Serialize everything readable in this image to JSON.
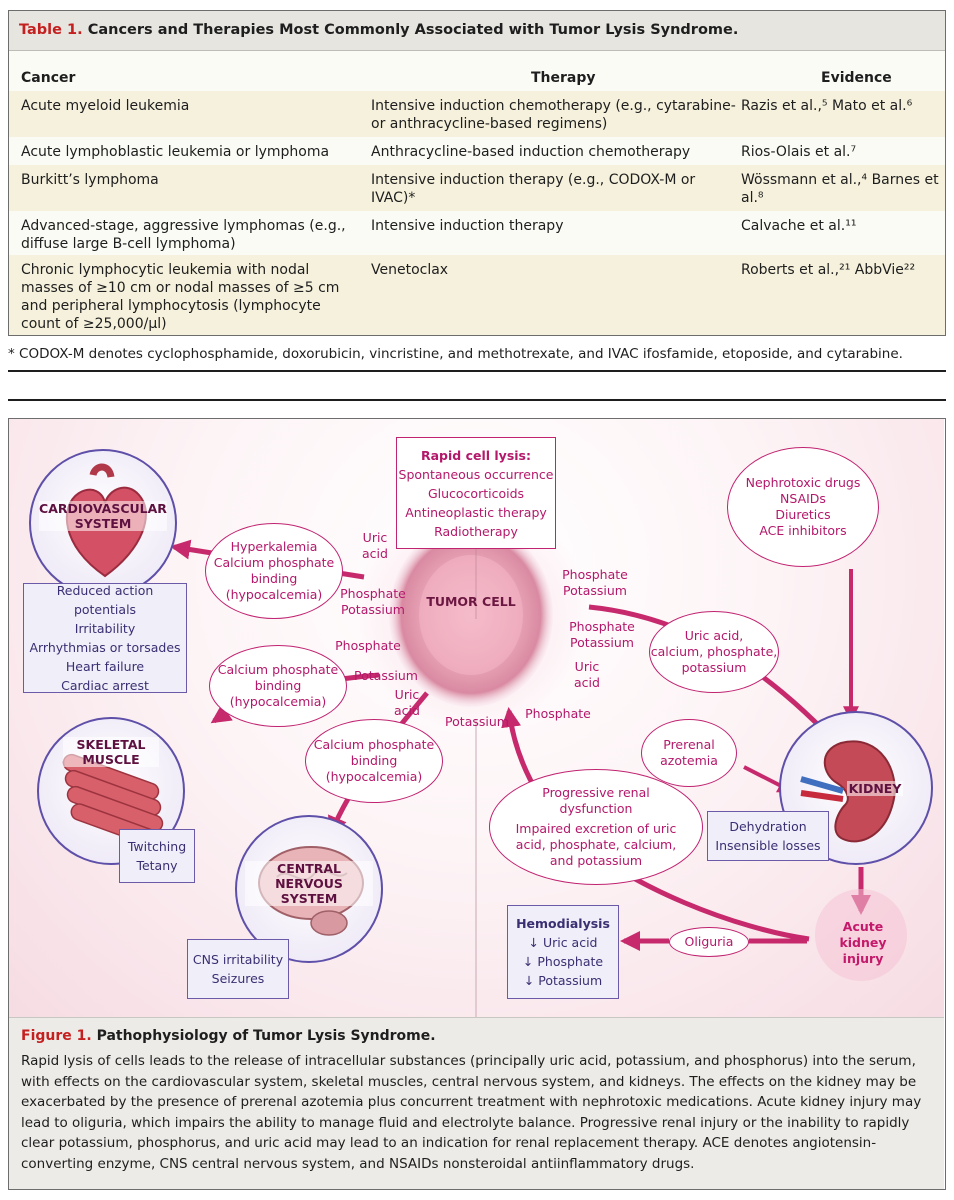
{
  "table": {
    "number": "Table 1.",
    "title": "Cancers and Therapies Most Commonly Associated with Tumor Lysis Syndrome.",
    "headers": {
      "cancer": "Cancer",
      "therapy": "Therapy",
      "evidence": "Evidence"
    },
    "rows": [
      {
        "cancer": "Acute myeloid leukemia",
        "therapy": "Intensive induction chemotherapy (e.g., cytarabine- or anthracycline-based regimens)",
        "evidence": "Razis et al.,⁵ Mato et al.⁶"
      },
      {
        "cancer": "Acute lymphoblastic leukemia or lymphoma",
        "therapy": "Anthracycline-based induction chemotherapy",
        "evidence": "Rios-Olais et al.⁷"
      },
      {
        "cancer": "Burkitt’s lymphoma",
        "therapy": "Intensive induction therapy (e.g., CODOX-M or IVAC)*",
        "evidence": "Wössmann et al.,⁴ Barnes et al.⁸"
      },
      {
        "cancer": "Advanced-stage, aggressive lymphomas (e.g., diffuse large B-cell lymphoma)",
        "therapy": "Intensive induction therapy",
        "evidence": "Calvache et al.¹¹"
      },
      {
        "cancer": "Chronic lymphocytic leukemia with nodal masses of ≥10 cm or nodal masses of ≥5 cm and peripheral lymphocytosis (lymphocyte count of ≥25,000/μl)",
        "therapy": "Venetoclax",
        "evidence": "Roberts et al.,²¹ AbbVie²²"
      }
    ],
    "footnote": "* CODOX-M denotes cyclophosphamide, doxorubicin, vincristine, and methotrexate, and IVAC ifosfamide, etoposide, and cytarabine."
  },
  "figure": {
    "rapid_lysis": {
      "title": "Rapid cell lysis:",
      "items": [
        "Spontaneous occurrence",
        "Glucocorticoids",
        "Antineoplastic therapy",
        "Radiotherapy"
      ]
    },
    "tumor_cell": "TUMOR CELL",
    "cardio": {
      "label_1": "CARDIOVASCULAR",
      "label_2": "SYSTEM",
      "effects": [
        "Reduced action potentials",
        "Irritability",
        "Arrhythmias or torsades",
        "Heart failure",
        "Cardiac arrest"
      ],
      "cause": [
        "Hyperkalemia",
        "Calcium phosphate",
        "binding",
        "(hypocalcemia)"
      ]
    },
    "skeletal": {
      "label_1": "SKELETAL",
      "label_2": "MUSCLE",
      "effects": [
        "Twitching",
        "Tetany"
      ],
      "cause": [
        "Calcium phosphate",
        "binding",
        "(hypocalcemia)"
      ]
    },
    "cns": {
      "label_1": "CENTRAL",
      "label_2": "NERVOUS SYSTEM",
      "effects": [
        "CNS irritability",
        "Seizures"
      ],
      "cause": [
        "Calcium phosphate",
        "binding",
        "(hypocalcemia)"
      ]
    },
    "kidney": {
      "label": "KIDNEY",
      "effects": [
        "Dehydration",
        "Insensible losses"
      ],
      "cause": [
        "Uric acid,",
        "calcium, phosphate,",
        "potassium"
      ]
    },
    "nephrotoxic": [
      "Nephrotoxic drugs",
      "NSAIDs",
      "Diuretics",
      "ACE inhibitors"
    ],
    "prerenal": [
      "Prerenal",
      "azotemia"
    ],
    "progressive": [
      "Progressive renal",
      "dysfunction",
      "Impaired excretion of uric",
      "acid, phosphate, calcium,",
      "and potassium"
    ],
    "aki": [
      "Acute",
      "kidney injury"
    ],
    "oliguria": "Oliguria",
    "hemodialysis": {
      "title": "Hemodialysis",
      "items": [
        "↓ Uric acid",
        "↓ Phosphate",
        "↓ Potassium"
      ]
    },
    "released": {
      "uric_acid_top": [
        "Uric",
        "acid"
      ],
      "phos_pot_left": [
        "Phosphate",
        "Potassium"
      ],
      "phosphate_left": "Phosphate",
      "potassium_left": "Potassium",
      "uric_acid_low": [
        "Uric",
        "acid"
      ],
      "potassium_bottom": "Potassium",
      "phos_pot_right_top": [
        "Phosphate",
        "Potassium"
      ],
      "phos_pot_right_mid": [
        "Phosphate",
        "Potassium"
      ],
      "uric_acid_right": [
        "Uric",
        "acid"
      ],
      "phosphate_bottom": "Phosphate"
    },
    "caption": {
      "number": "Figure 1.",
      "title": "Pathophysiology of Tumor Lysis Syndrome.",
      "body": "Rapid lysis of cells leads to the release of intracellular substances (principally uric acid, potassium, and phosphorus) into the serum, with effects on the cardiovascular system, skeletal muscles, central nervous system, and kidneys. The effects on the kidney may be exacerbated by the presence of prerenal azotemia plus concurrent treatment with nephrotoxic medications. Acute kidney injury may lead to oliguria, which impairs the ability to manage fluid and electrolyte balance. Progressive renal injury or the inability to rapidly clear potassium, phosphorus, and uric acid may lead to an indication for renal replacement therapy. ACE denotes angiotensin-converting enzyme, CNS central nervous system, and NSAIDs nonsteroidal antiinflammatory drugs."
    }
  }
}
